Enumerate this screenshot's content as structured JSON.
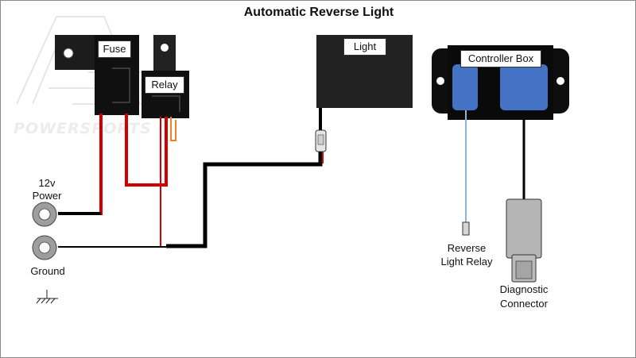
{
  "diagram": {
    "title": "Automatic Reverse Light",
    "watermark": "POWERSPORTS",
    "components": {
      "fuse_label": "Fuse",
      "relay_label": "Relay",
      "light_label": "Light",
      "controller_label": "Controller Box"
    },
    "terminals": {
      "power_label_line1": "12v",
      "power_label_line2": "Power",
      "ground_label": "Ground"
    },
    "connectors": {
      "reverse_line1": "Reverse",
      "reverse_line2": "Light Relay",
      "diag_line1": "Diagnostic",
      "diag_line2": "Connector"
    },
    "colors": {
      "wire_power": "#d40000",
      "wire_ground": "#000000",
      "wire_signal": "#8fb4e3",
      "wire_relay": "#f08020",
      "controller_blue": "#4472c4",
      "connector_gray": "#b5b5b5"
    }
  }
}
